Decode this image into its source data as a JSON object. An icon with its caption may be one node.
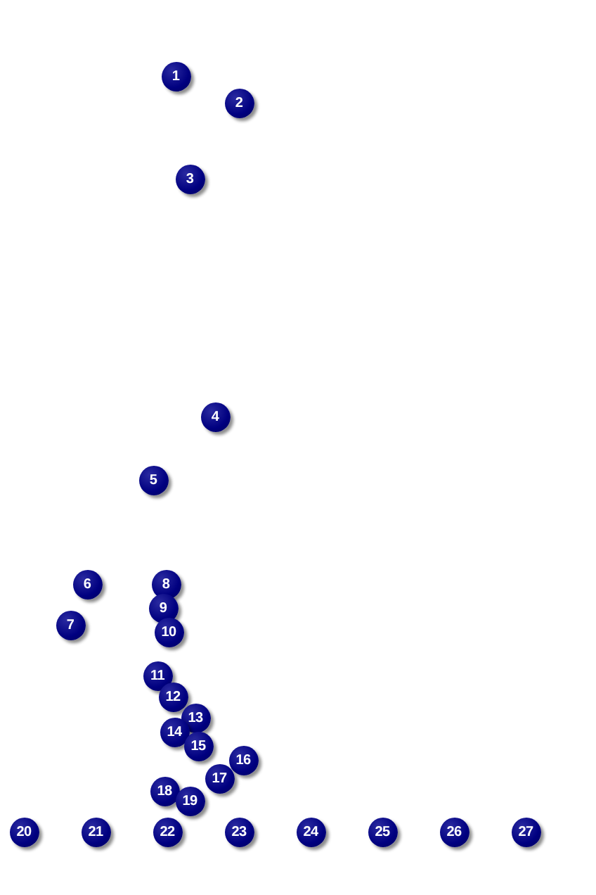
{
  "diagram": {
    "labels": [
      "1",
      "2",
      "3",
      "4",
      "5",
      "6",
      "7",
      "8",
      "9",
      "10",
      "11",
      "12",
      "13",
      "14",
      "15",
      "16",
      "17",
      "18",
      "19",
      "20",
      "21",
      "22",
      "23",
      "24",
      "25",
      "26",
      "27"
    ]
  }
}
